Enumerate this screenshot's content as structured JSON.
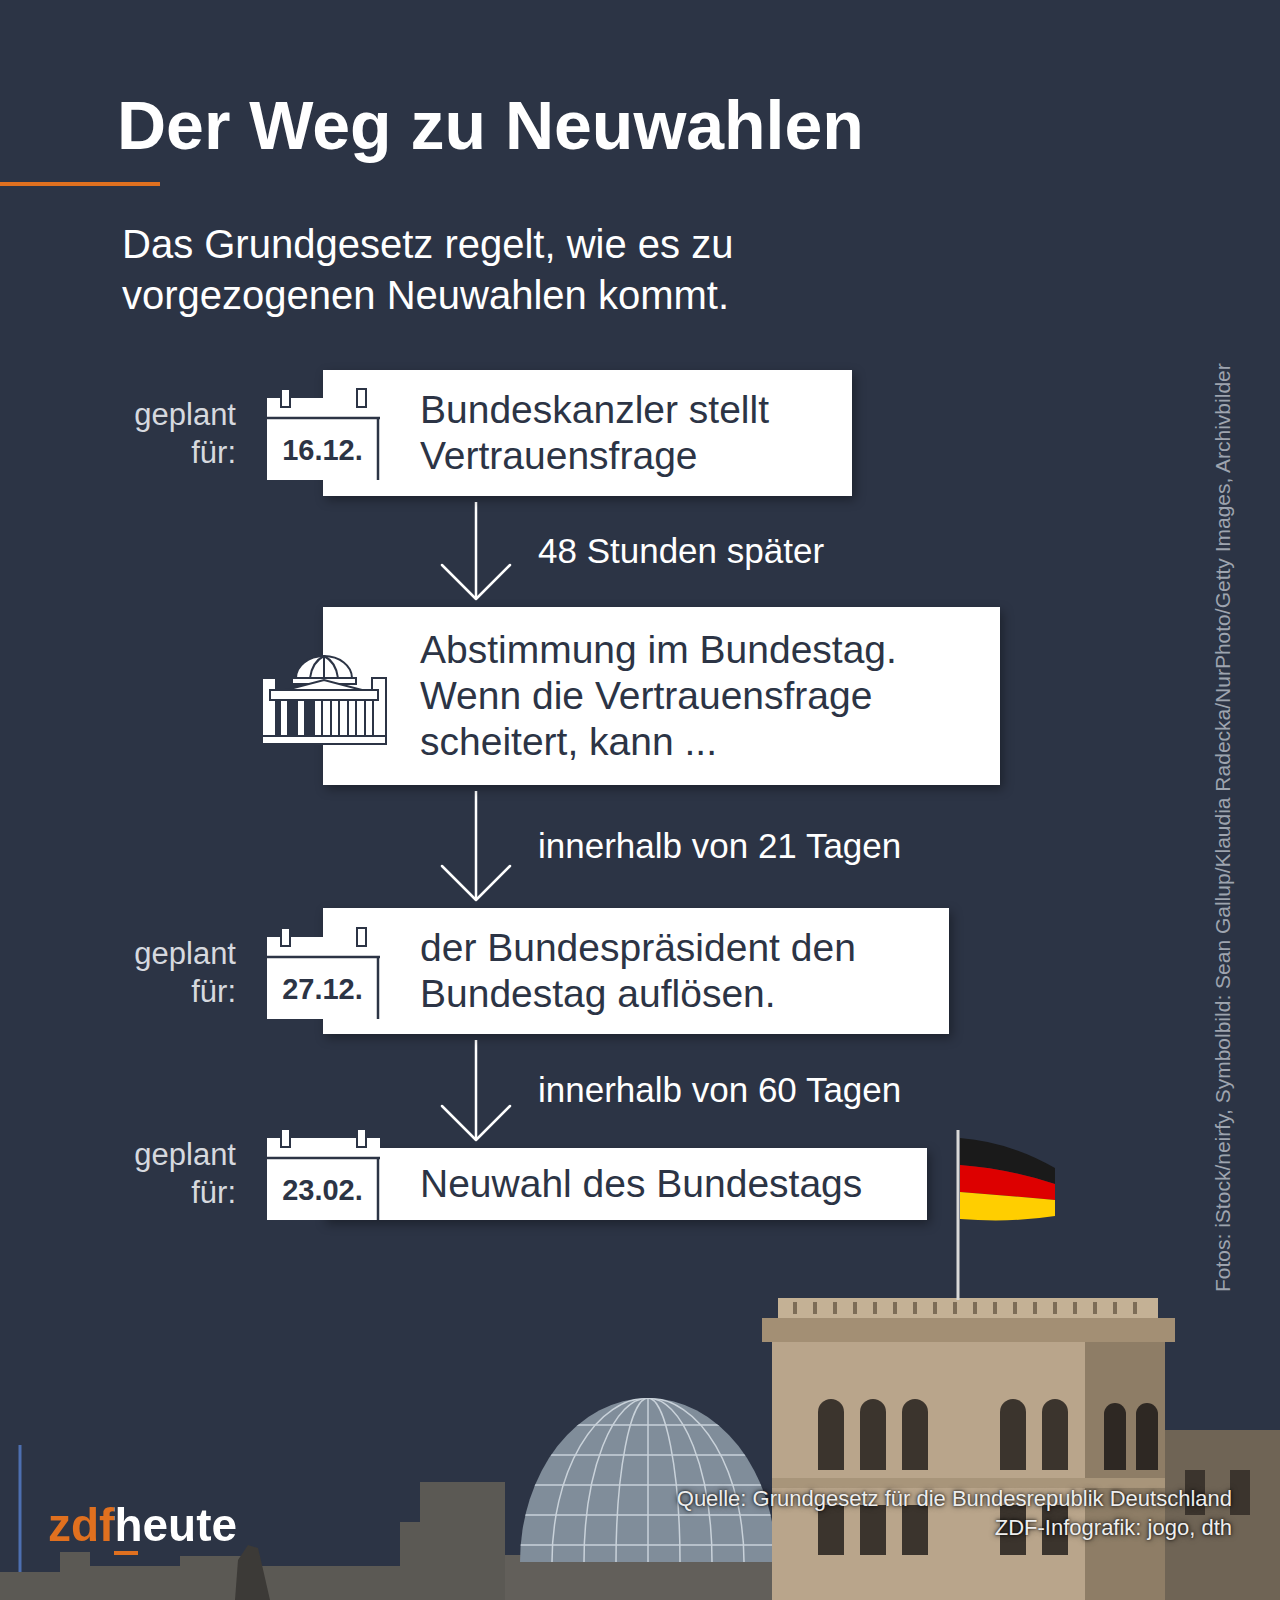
{
  "diagram": {
    "title": "Der Weg zu Neuwahlen",
    "caption": "Das Grundgesetz regelt, wie es zu vorgezogenen Neuwahlen kommt.",
    "nodes": [
      {
        "text": [
          "16.12.",
          "Bundeskanzler stellt Vertrauensfrage"
        ]
      },
      {
        "text": [
          "Abstimmung im Bundestag. Wenn die Vertrauensfrage scheitert, kann ..."
        ]
      },
      {
        "text": [
          "27.12.",
          "der Bundespräsident den Bundestag auflösen."
        ]
      },
      {
        "text": [
          "23.02.",
          "Neuwahl des Bundestags"
        ]
      }
    ],
    "edges": [
      {
        "from": 0,
        "to": 1,
        "arrow": "to",
        "label": "48 Stunden später"
      },
      {
        "from": 1,
        "to": 2,
        "arrow": "to",
        "label": "innerhalb von 21 Tagen"
      },
      {
        "from": 2,
        "to": 3,
        "arrow": "to",
        "label": "innerhalb von 60 Tagen"
      }
    ],
    "labels": [
      "geplant für:",
      "geplant für:",
      "geplant für:",
      "Fotos: iStock/neirfy, Symbolbild: Sean Gallup/Klaudia Radecka/NurPhoto/Getty Images, Archivbilder",
      "Quelle: Grundgesetz für die Bundesrepublik Deutschland",
      "ZDF-Infografik: jogo, dth",
      "zdfheute"
    ]
  }
}
